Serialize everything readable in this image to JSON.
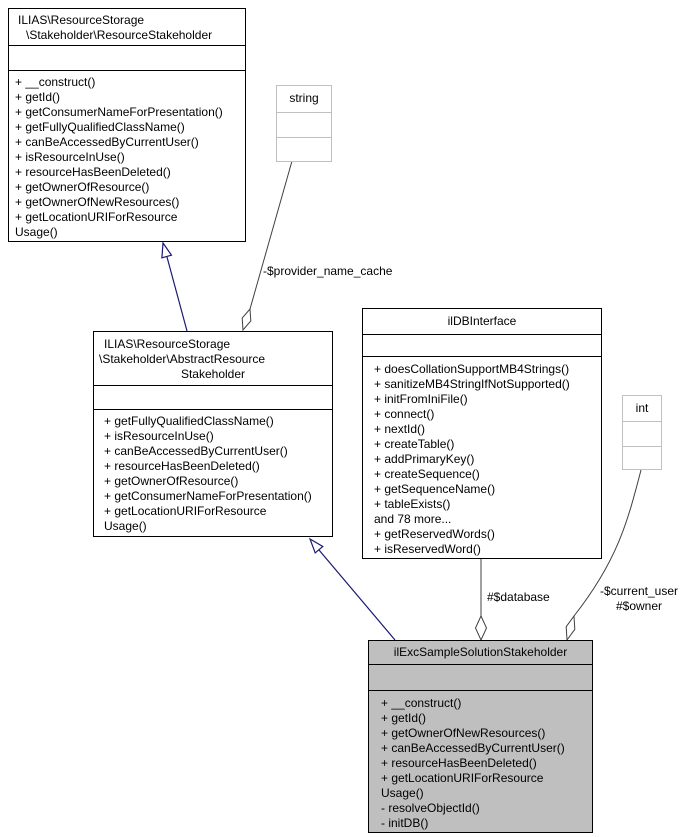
{
  "diagram": {
    "type": "uml-collaboration-diagram",
    "colors": {
      "inheritance_edge": "#191970",
      "aggregation_edge": "#404040",
      "node_border": "#000000",
      "undocumented_node_border": "#c0c0c0",
      "highlighted_node_fill": "#bfbfbf",
      "node_fill": "#ffffff",
      "text": "#000000"
    },
    "classes": {
      "resource_stakeholder": {
        "title_lines": [
          "ILIAS\\ResourceStorage",
          "\\Stakeholder\\ResourceStakeholder"
        ],
        "methods": [
          "+ __construct()",
          "+ getId()",
          "+ getConsumerNameForPresentation()",
          "+ getFullyQualifiedClassName()",
          "+ canBeAccessedByCurrentUser()",
          "+ isResourceInUse()",
          "+ resourceHasBeenDeleted()",
          "+ getOwnerOfResource()",
          "+ getOwnerOfNewResources()",
          "+ getLocationURIForResource\nUsage()"
        ]
      },
      "abstract_resource_stakeholder": {
        "title_lines": [
          "ILIAS\\ResourceStorage",
          "\\Stakeholder\\AbstractResource",
          "Stakeholder"
        ],
        "methods": [
          "+ getFullyQualifiedClassName()",
          "+ isResourceInUse()",
          "+ canBeAccessedByCurrentUser()",
          "+ resourceHasBeenDeleted()",
          "+ getOwnerOfResource()",
          "+ getConsumerNameForPresentation()",
          "+ getLocationURIForResource\nUsage()"
        ]
      },
      "il_db_interface": {
        "title_lines": [
          "ilDBInterface"
        ],
        "methods": [
          "+ doesCollationSupportMB4Strings()",
          "+ sanitizeMB4StringIfNotSupported()",
          "+ initFromIniFile()",
          "+ connect()",
          "+ nextId()",
          "+ createTable()",
          "+ addPrimaryKey()",
          "+ createSequence()",
          "+ getSequenceName()",
          "+ tableExists()",
          "and 78 more...",
          "+ getReservedWords()",
          "+ isReservedWord()"
        ]
      },
      "il_exc_sample_solution_stakeholder": {
        "title_lines": [
          "ilExcSampleSolutionStakeholder"
        ],
        "methods": [
          "+ __construct()",
          "+ getId()",
          "+ getOwnerOfNewResources()",
          "+ canBeAccessedByCurrentUser()",
          "+ resourceHasBeenDeleted()",
          "+ getLocationURIForResource\nUsage()",
          "- resolveObjectId()",
          "- initDB()"
        ]
      },
      "string_type": {
        "title_lines": [
          "string"
        ],
        "methods": []
      },
      "int_type": {
        "title_lines": [
          "int"
        ],
        "methods": []
      }
    },
    "edges": {
      "provider_name_cache": "-$provider_name_cache",
      "database": "#$database",
      "current_user_owner": "-$current_user\n#$owner"
    }
  }
}
